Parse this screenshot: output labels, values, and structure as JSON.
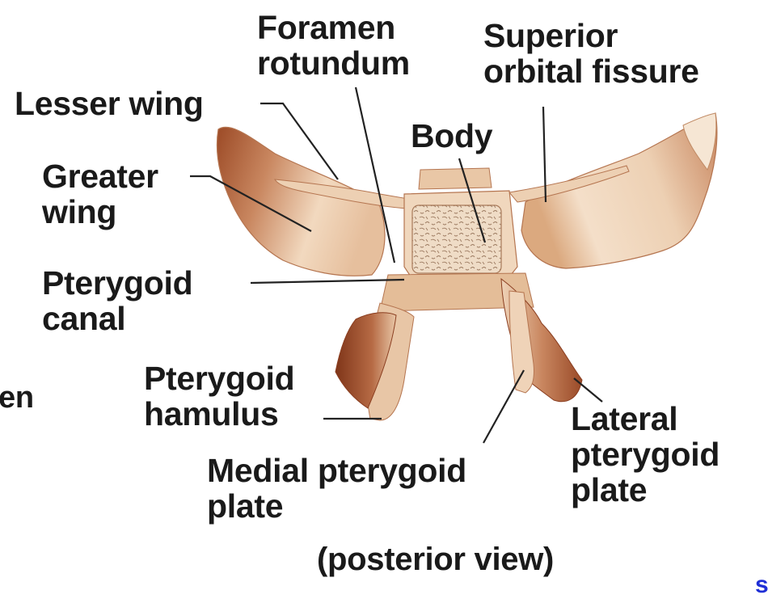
{
  "labels": {
    "foramen_rotundum": [
      "Foramen",
      "rotundum"
    ],
    "superior_orbital_fissure": [
      "Superior",
      "orbital fissure"
    ],
    "lesser_wing": "Lesser wing",
    "body": "Body",
    "greater_wing": [
      "Greater",
      "wing"
    ],
    "pterygoid_canal": [
      "Pterygoid",
      "canal"
    ],
    "pterygoid_hamulus": [
      "Pterygoid",
      "hamulus"
    ],
    "medial_pterygoid_plate": [
      "Medial pterygoid",
      "plate"
    ],
    "lateral_pterygoid_plate": [
      "Lateral",
      "pterygoid",
      "plate"
    ]
  },
  "caption": "(posterior view)",
  "edge_fragments": {
    "left": "en",
    "right": "s"
  },
  "colors": {
    "bone_light": "#f3dcc4",
    "bone_mid": "#d9a47c",
    "bone_dark": "#a4552f",
    "shadow": "#8a3d1f",
    "leader": "#222222",
    "text": "#1a1a1a",
    "edge_blue": "#1f2fd6"
  }
}
